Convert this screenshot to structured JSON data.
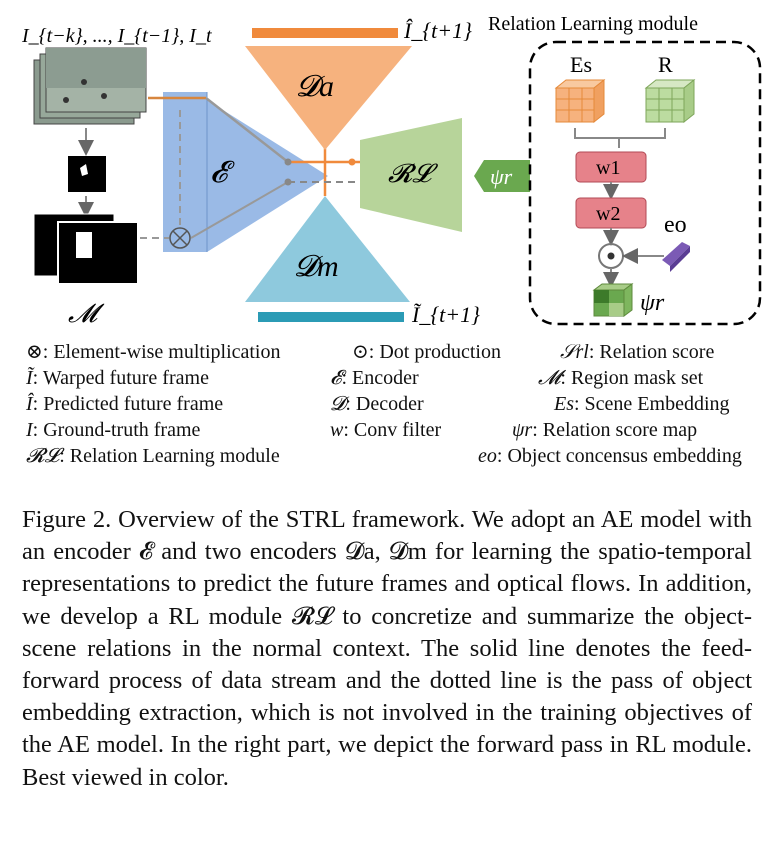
{
  "figure": {
    "input_label": "I_{t−k}, ..., I_{t−1}, I_t",
    "mask_set_label": "𝓜",
    "encoder_label": "𝓔",
    "decoder_a_label": "𝓓a",
    "decoder_m_label": "𝓓m",
    "rl_label": "𝓡𝓛",
    "psi_label": "ψr",
    "pred_frame_label": "Î_{t+1}",
    "warped_frame_label": "Ĩ_{t+1}",
    "rl_module": {
      "title": "Relation Learning module",
      "es_label": "Es",
      "r_label": "R",
      "w1_label": "w1",
      "w2_label": "w2",
      "eo_label": "eo",
      "psi_label": "ψr"
    },
    "colors": {
      "encoder": "#8fb2e3",
      "decoder_a": "#f6b27e",
      "decoder_m": "#8ec9dd",
      "rl": "#b7d49a",
      "w_box": "#e6828a",
      "orange_bar": "#f08a3c",
      "teal_bar": "#2b9bb5"
    }
  },
  "legend": {
    "row1": [
      {
        "symbol": "⊗",
        "text": ": Element-wise multiplication"
      },
      {
        "symbol": "⊙",
        "text": ": Dot production"
      },
      {
        "symbol": "𝒮rl",
        "text": ": Relation score"
      }
    ],
    "row2": [
      {
        "symbol": "Ĩ",
        "text": ": Warped future frame"
      },
      {
        "symbol": "𝓔",
        "text": ": Encoder"
      },
      {
        "symbol": "𝓜",
        "text": ": Region mask set"
      }
    ],
    "row3": [
      {
        "symbol": "Î",
        "text": ": Predicted future frame"
      },
      {
        "symbol": "𝓓",
        "text": ": Decoder"
      },
      {
        "symbol": "Es",
        "text": ": Scene Embedding"
      }
    ],
    "row4": [
      {
        "symbol": "I",
        "text": ": Ground-truth frame"
      },
      {
        "symbol": "w",
        "text": ": Conv filter"
      },
      {
        "symbol": "ψr",
        "text": ": Relation score map"
      }
    ],
    "row5": [
      {
        "symbol": "𝓡𝓛",
        "text": ": Relation Learning module"
      },
      {
        "symbol": "eo",
        "text": ": Object concensus embedding"
      }
    ]
  },
  "caption": {
    "text": "Figure 2. Overview of the STRL framework. We adopt an AE model with an encoder 𝓔 and two encoders 𝓓a, 𝓓m for learning the spatio-temporal representations to predict the future frames and optical flows. In addition, we develop a RL module 𝓡𝓛 to concretize and summarize the object-scene relations in the normal context. The solid line denotes the feed-forward process of data stream and the dotted line is the pass of object embedding extraction, which is not involved in the training objectives of the AE model. In the right part, we depict the forward pass in RL module. Best viewed in color."
  }
}
